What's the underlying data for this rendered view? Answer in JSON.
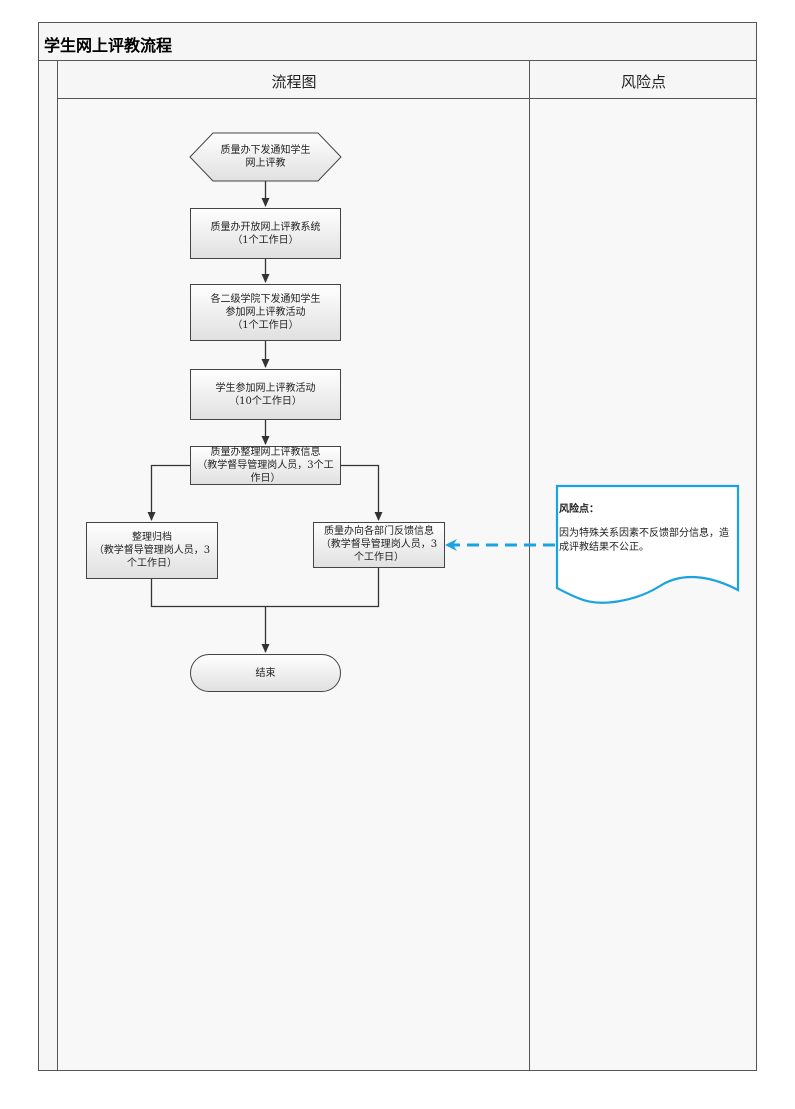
{
  "title": "学生网上评教流程",
  "lanes": {
    "flow": "流程图",
    "risk": "风险点"
  },
  "nodes": {
    "start": "质量办下发通知学生\n网上评教",
    "step1": "质量办开放网上评教系统\n（1个工作日）",
    "step2": "各二级学院下发通知学生\n参加网上评教活动\n（1个工作日）",
    "step3": "学生参加网上评教活动\n（10个工作日）",
    "step4": "质量办整理网上评教信息\n（教学督导管理岗人员，3个工\n作日）",
    "left": "整理归档\n（教学督导管理岗人员，3\n个工作日）",
    "right": "质量办向各部门反馈信息\n（教学督导管理岗人员，3\n个工作日）",
    "end": "结束"
  },
  "risk_note": {
    "heading": "风险点：",
    "body": "因为特殊关系因素不反馈部分信息，造成评教结果不公正。"
  },
  "colors": {
    "accent": "#1aa3e0",
    "box_fill_top": "#ffffff",
    "box_fill_bottom": "#e2e2e2",
    "border": "#444444"
  }
}
